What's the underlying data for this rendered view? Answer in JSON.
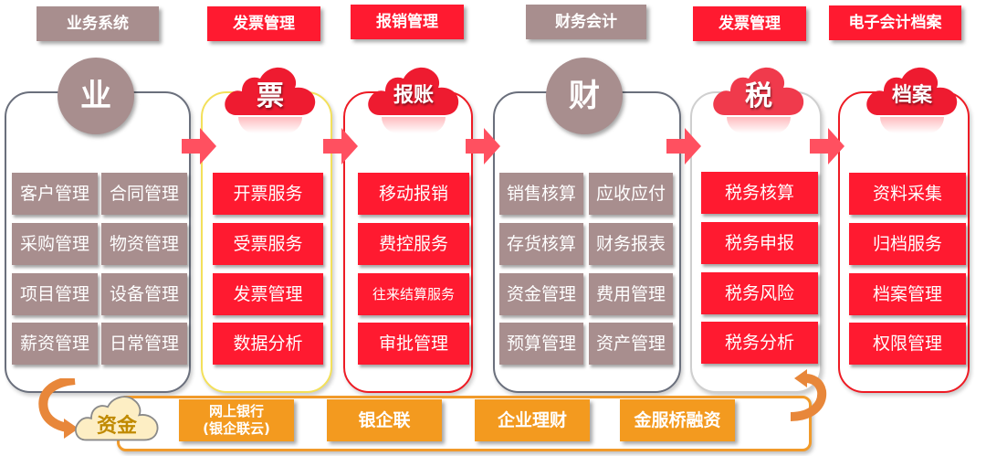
{
  "headers": [
    {
      "label": "业务系统",
      "style": "grey"
    },
    {
      "label": "发票管理",
      "style": "red"
    },
    {
      "label": "报销管理",
      "style": "red"
    },
    {
      "label": "财务会计",
      "style": "grey"
    },
    {
      "label": "发票管理",
      "style": "red"
    },
    {
      "label": "电子会计档案",
      "style": "red"
    }
  ],
  "columns": [
    {
      "badge": "业",
      "badge_shape": "circle",
      "tiles": [
        [
          "客户管理",
          "合同管理"
        ],
        [
          "采购管理",
          "物资管理"
        ],
        [
          "项目管理",
          "设备管理"
        ],
        [
          "薪资管理",
          "日常管理"
        ]
      ]
    },
    {
      "badge": "票",
      "badge_shape": "cloud",
      "tiles": [
        "开票服务",
        "受票服务",
        "发票管理",
        "数据分析"
      ]
    },
    {
      "badge": "报账",
      "badge_shape": "cloud",
      "tiles": [
        "移动报销",
        "费控服务",
        "往来结算服务",
        "审批管理"
      ]
    },
    {
      "badge": "财",
      "badge_shape": "circle",
      "tiles": [
        [
          "销售核算",
          "应收应付"
        ],
        [
          "存货核算",
          "财务报表"
        ],
        [
          "资金管理",
          "费用管理"
        ],
        [
          "预算管理",
          "资产管理"
        ]
      ]
    },
    {
      "badge": "税",
      "badge_shape": "cloud",
      "tiles": [
        "税务核算",
        "税务申报",
        "税务风险",
        "税务分析"
      ]
    },
    {
      "badge": "档案",
      "badge_shape": "cloud",
      "tiles": [
        "资料采集",
        "归档服务",
        "档案管理",
        "权限管理"
      ]
    }
  ],
  "funds": {
    "badge": "资金",
    "items": [
      {
        "line1": "网上银行",
        "line2": "(银企联云)"
      },
      {
        "line1": "银企联"
      },
      {
        "line1": "企业理财"
      },
      {
        "line1": "金服桥融资"
      }
    ]
  },
  "colors": {
    "grey": "#a88e8e",
    "red": "#ff1a30",
    "arrow": "#ff5060",
    "orange": "#f39a1f",
    "cloud_yellow": "#fdeec4",
    "fund_text": "#c08a00"
  }
}
